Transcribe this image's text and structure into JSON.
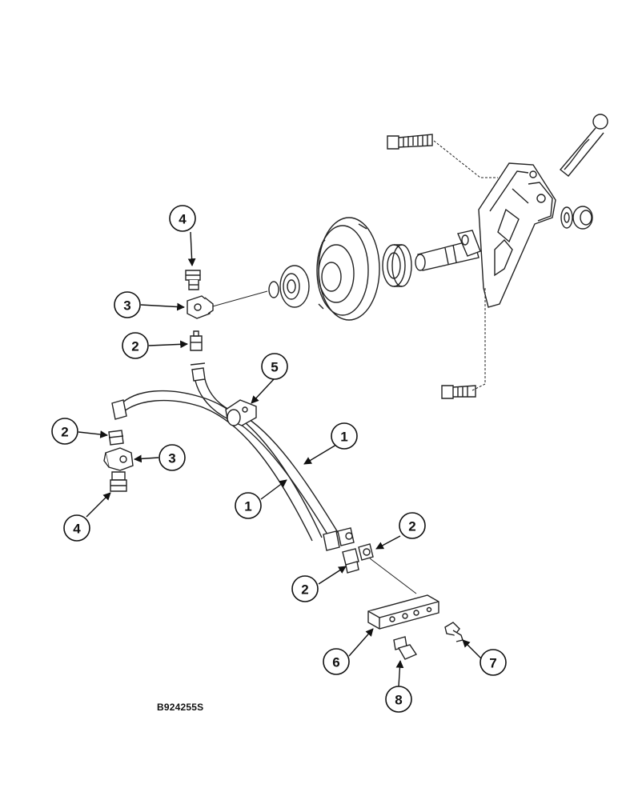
{
  "figure_id": "B924255S",
  "callouts": [
    {
      "key": "c4a",
      "label": "4"
    },
    {
      "key": "c3a",
      "label": "3"
    },
    {
      "key": "c2a",
      "label": "2"
    },
    {
      "key": "c5",
      "label": "5"
    },
    {
      "key": "c2b",
      "label": "2"
    },
    {
      "key": "c3b",
      "label": "3"
    },
    {
      "key": "c4b",
      "label": "4"
    },
    {
      "key": "c1a",
      "label": "1"
    },
    {
      "key": "c1b",
      "label": "1"
    },
    {
      "key": "c2c",
      "label": "2"
    },
    {
      "key": "c2d",
      "label": "2"
    },
    {
      "key": "c6",
      "label": "6"
    },
    {
      "key": "c7",
      "label": "7"
    },
    {
      "key": "c8",
      "label": "8"
    }
  ]
}
